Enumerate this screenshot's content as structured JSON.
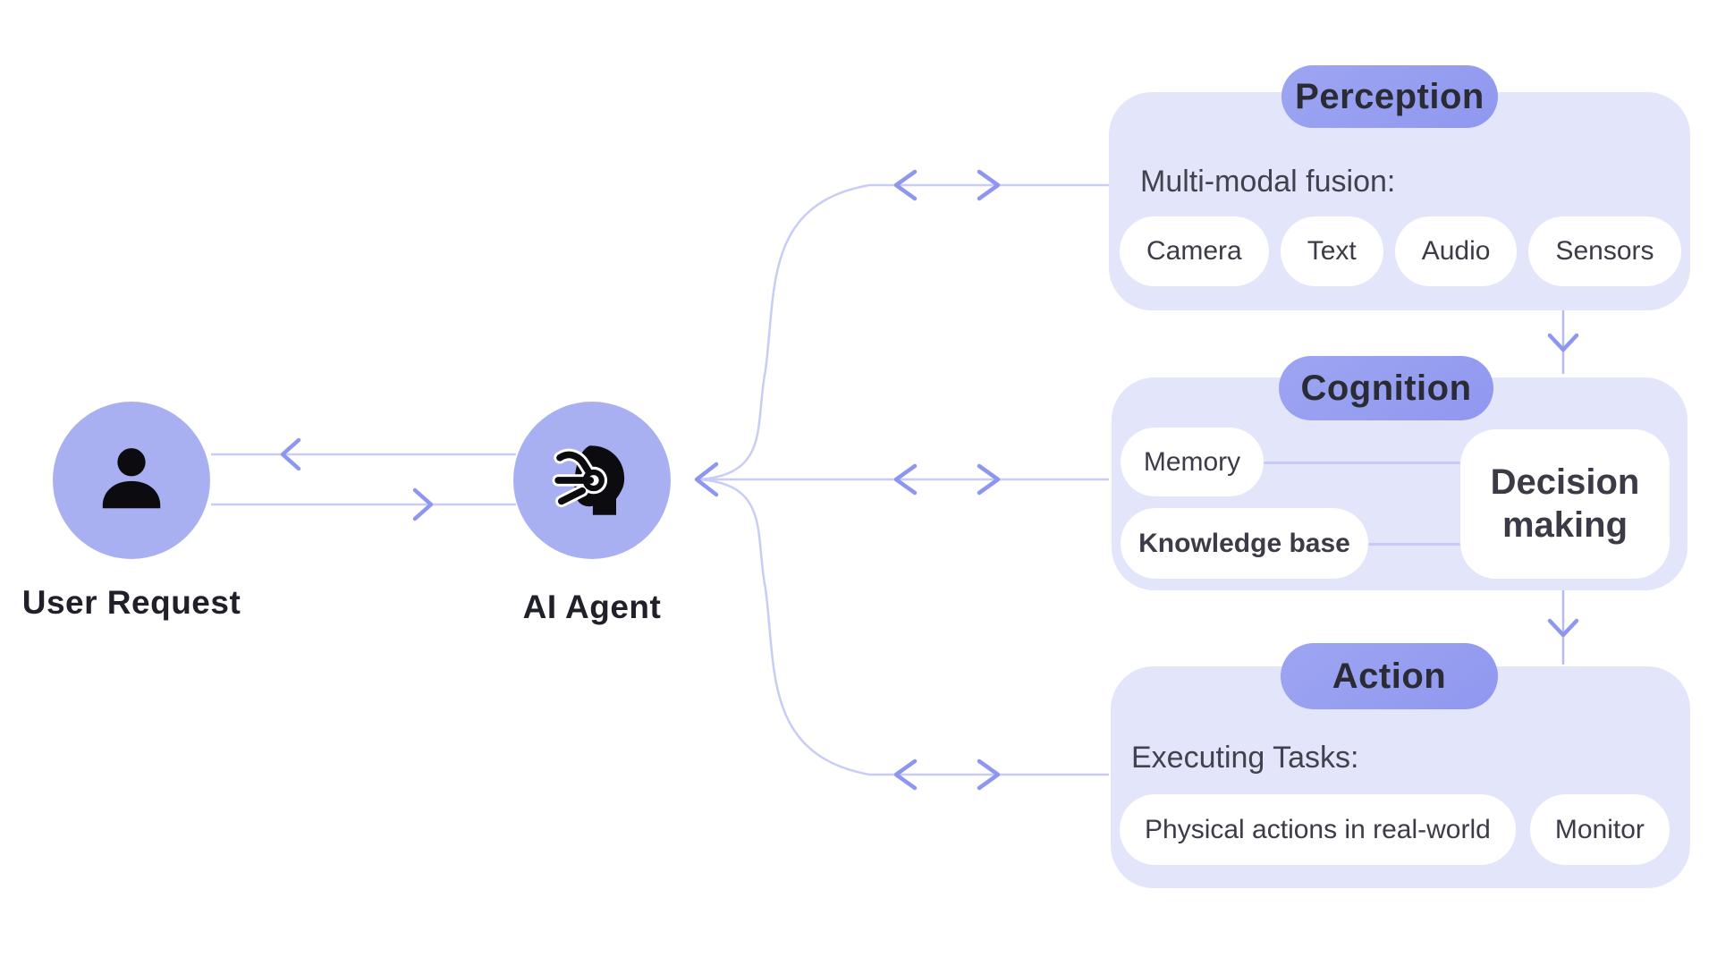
{
  "diagram": {
    "user": {
      "label": "User Request",
      "icon": "person-icon"
    },
    "agent": {
      "label": "AI Agent",
      "icon": "ai-head-icon"
    },
    "perception": {
      "title": "Perception",
      "subtitle": "Multi-modal fusion:",
      "chips": [
        "Camera",
        "Text",
        "Audio",
        "Sensors"
      ]
    },
    "cognition": {
      "title": "Cognition",
      "memory_label": "Memory",
      "knowledge_label": "Knowledge base",
      "decision_label": "Decision making"
    },
    "action": {
      "title": "Action",
      "subtitle": "Executing Tasks:",
      "chips": [
        "Physical actions in real-world",
        "Monitor"
      ]
    }
  },
  "colors": {
    "node_circle": "#a9b0f2",
    "pill": "#98a0f0",
    "panel": "#e3e5fb",
    "chip": "#ffffff",
    "connector_line": "#c9cdf5",
    "connector_arrow": "#8d97ef",
    "vertical_line": "#b3baf4",
    "heading_text": "#2b2b35",
    "body_text": "#42424e",
    "icon": "#0c0c10"
  }
}
